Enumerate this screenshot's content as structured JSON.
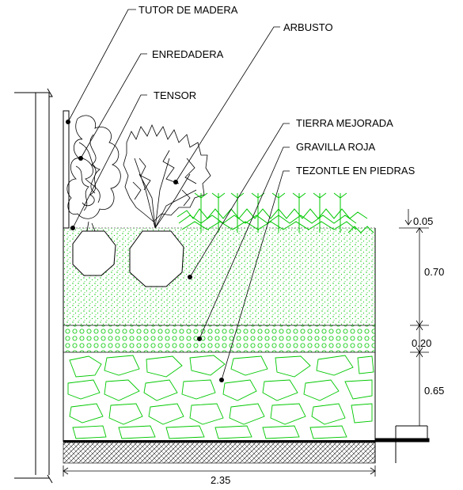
{
  "labels": {
    "tutor": "TUTOR DE MADERA",
    "enredadera": "ENREDADERA",
    "tensor": "TENSOR",
    "arbusto": "ARBUSTO",
    "tierra": "TIERRA MEJORADA",
    "gravilla": "GRAVILLA ROJA",
    "tezontle": "TEZONTLE EN PIEDRAS"
  },
  "dimensions": {
    "d1": "0.05",
    "d2": "0.70",
    "d3": "0.20",
    "d4": "0.65",
    "width": "2.35"
  },
  "colors": {
    "line": "#000000",
    "fill": "#00c800"
  }
}
